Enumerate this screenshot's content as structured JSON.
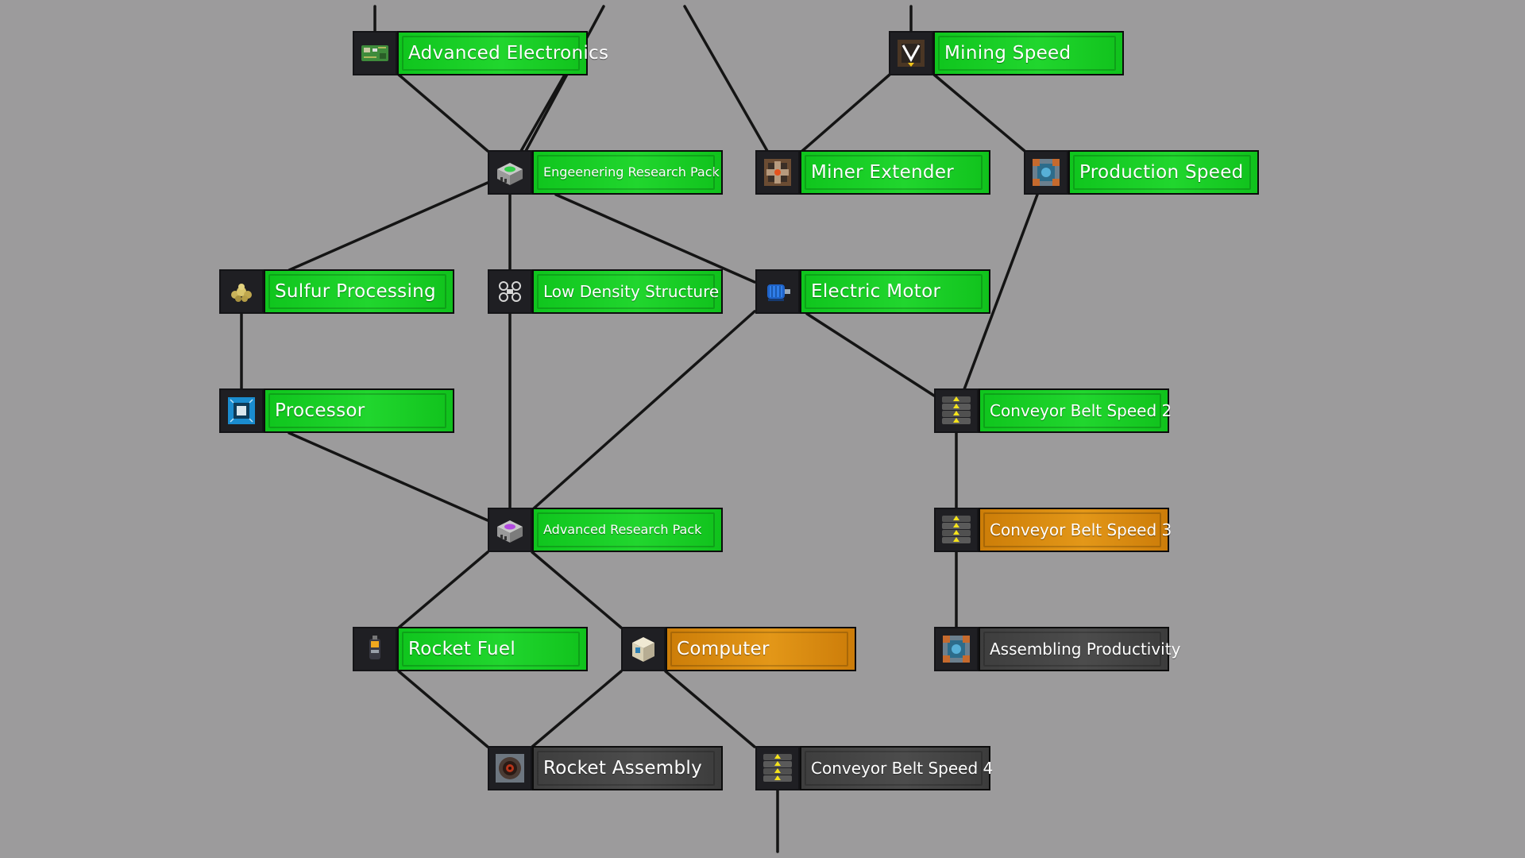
{
  "theme": {
    "background": "#9c9b9c",
    "researched": "#16c825",
    "in_progress": "#e08d12",
    "locked": "#444444",
    "edge": "#141414"
  },
  "nodes": {
    "advanced_electronics": {
      "label": "Advanced Electronics",
      "state": "researched",
      "icon": "circuit-board-icon"
    },
    "mining_speed": {
      "label": "Mining Speed",
      "state": "researched",
      "icon": "drill-icon"
    },
    "engineering_research_pack": {
      "label": "Engeenering Research Pack",
      "state": "researched",
      "icon": "research-pack-green-icon"
    },
    "miner_extender": {
      "label": "Miner Extender",
      "state": "researched",
      "icon": "miner-extender-icon"
    },
    "production_speed": {
      "label": "Production Speed",
      "state": "researched",
      "icon": "module-icon"
    },
    "sulfur_processing": {
      "label": "Sulfur Processing",
      "state": "researched",
      "icon": "sulfur-icon"
    },
    "low_density_structure": {
      "label": "Low Density Structure",
      "state": "researched",
      "icon": "drone-icon"
    },
    "electric_motor": {
      "label": "Electric Motor",
      "state": "researched",
      "icon": "electric-motor-icon"
    },
    "processor": {
      "label": "Processor",
      "state": "researched",
      "icon": "processor-chip-icon"
    },
    "conveyor_belt_speed_2": {
      "label": "Conveyor Belt Speed 2",
      "state": "researched",
      "icon": "conveyor-belt-icon"
    },
    "advanced_research_pack": {
      "label": "Advanced Research Pack",
      "state": "researched",
      "icon": "research-pack-purple-icon"
    },
    "conveyor_belt_speed_3": {
      "label": "Conveyor Belt Speed 3",
      "state": "in_progress",
      "icon": "conveyor-belt-icon"
    },
    "rocket_fuel": {
      "label": "Rocket Fuel",
      "state": "researched",
      "icon": "rocket-fuel-icon"
    },
    "computer": {
      "label": "Computer",
      "state": "in_progress",
      "icon": "computer-icon"
    },
    "assembling_productivity": {
      "label": "Assembling Productivity",
      "state": "locked",
      "icon": "module-icon"
    },
    "rocket_assembly": {
      "label": "Rocket Assembly",
      "state": "locked",
      "icon": "rocket-engine-icon"
    },
    "conveyor_belt_speed_4": {
      "label": "Conveyor Belt Speed 4",
      "state": "locked",
      "icon": "conveyor-belt-icon"
    }
  }
}
